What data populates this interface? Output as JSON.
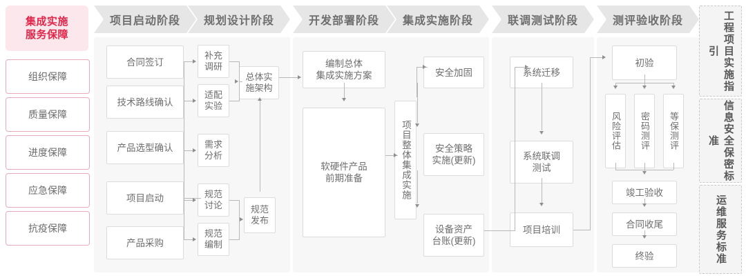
{
  "brand": {
    "line1": "集成实施",
    "line2": "服务保障",
    "bg_color": "#fce8ec",
    "text_color": "#e0274a"
  },
  "guarantees": [
    {
      "label": "组织保障"
    },
    {
      "label": "质量保障"
    },
    {
      "label": "进度保障"
    },
    {
      "label": "应急保障"
    },
    {
      "label": "抗疫保障"
    }
  ],
  "stages": [
    {
      "key": "qidong",
      "title": "项目启动阶段",
      "nodes": [
        {
          "label": "合同签订"
        },
        {
          "label": "技术路线确认"
        },
        {
          "label": "产品选型确认"
        },
        {
          "label": "项目启动"
        },
        {
          "label": "产品采购"
        }
      ]
    },
    {
      "key": "guihua",
      "title": "规划设计阶段",
      "nodes": [
        {
          "label": "补充\n调研"
        },
        {
          "label": "适配\n实验"
        },
        {
          "label": "需求\n分析"
        },
        {
          "label": "规范\n讨论"
        },
        {
          "label": "规范\n编制"
        },
        {
          "label": "总体实\n施架构"
        },
        {
          "label": "规范\n发布"
        }
      ]
    },
    {
      "key": "kaifa",
      "title": "开发部署阶段",
      "nodes": [
        {
          "label": "编制总体\n集成实施方案"
        },
        {
          "label": "软硬件产品\n前期准备"
        }
      ]
    },
    {
      "key": "jicheng",
      "title": "集成实施阶段",
      "nodes": [
        {
          "label": "项目整体集成实施"
        },
        {
          "label": "安全加固"
        },
        {
          "label": "安全策略\n实施(更新)"
        },
        {
          "label": "设备资产\n台账(更新)"
        }
      ]
    },
    {
      "key": "liantiao",
      "title": "联调测试阶段",
      "nodes": [
        {
          "label": "系统迁移"
        },
        {
          "label": "系统联调\n测试"
        },
        {
          "label": "项目培训"
        }
      ]
    },
    {
      "key": "ceping",
      "title": "测评验收阶段",
      "nodes": [
        {
          "label": "初验"
        },
        {
          "label": "风险评估"
        },
        {
          "label": "密码测评"
        },
        {
          "label": "等保测评"
        },
        {
          "label": "竣工验收"
        },
        {
          "label": "合同收尾"
        },
        {
          "label": "终验"
        }
      ]
    }
  ],
  "standards": [
    {
      "label": "工程项目实施指引"
    },
    {
      "label": "信息安全保密标准"
    },
    {
      "label": "运维服务标准"
    }
  ]
}
